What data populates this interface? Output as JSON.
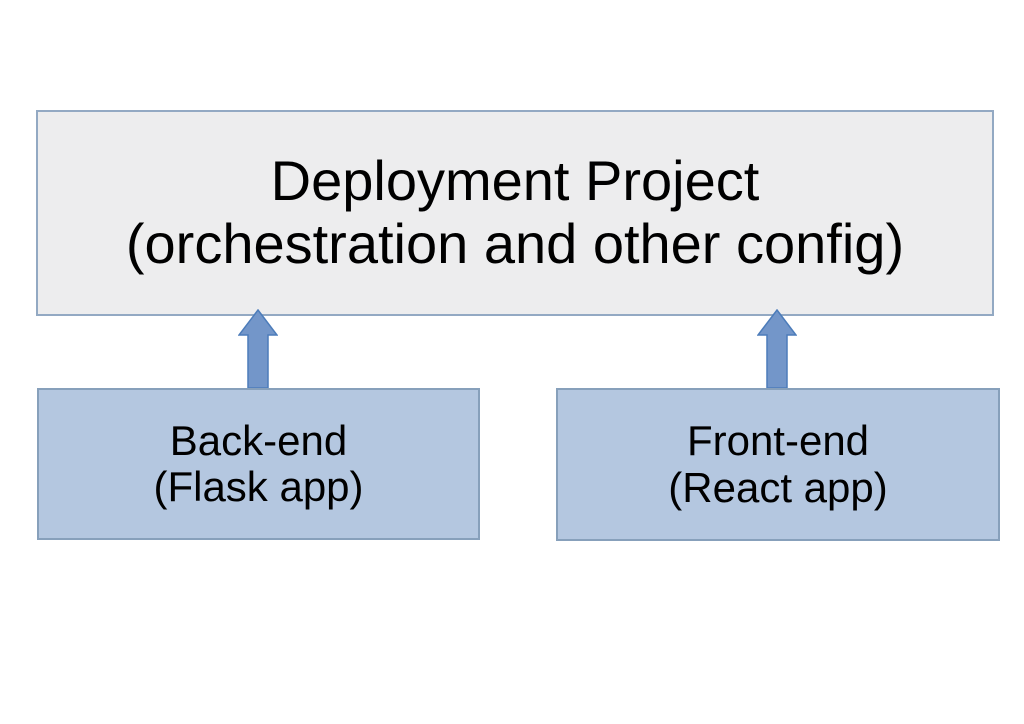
{
  "diagram": {
    "title_box": {
      "line1": "Deployment Project",
      "line2": "(orchestration and other config)"
    },
    "backend_box": {
      "line1": "Back-end",
      "line2": "(Flask app)"
    },
    "frontend_box": {
      "line1": "Front-end",
      "line2": "(React app)"
    },
    "arrows": [
      {
        "from": "backend_box",
        "to": "title_box",
        "direction": "up"
      },
      {
        "from": "frontend_box",
        "to": "title_box",
        "direction": "up"
      }
    ],
    "colors": {
      "background": "#ffffff",
      "text": "#000000",
      "title_box_fill": "#ededee",
      "title_box_border": "#93a9c3",
      "component_box_fill": "#b4c7e0",
      "component_box_border": "#87a0bb",
      "arrow_fill": "#7396c9",
      "arrow_border": "#4c7cba"
    }
  }
}
